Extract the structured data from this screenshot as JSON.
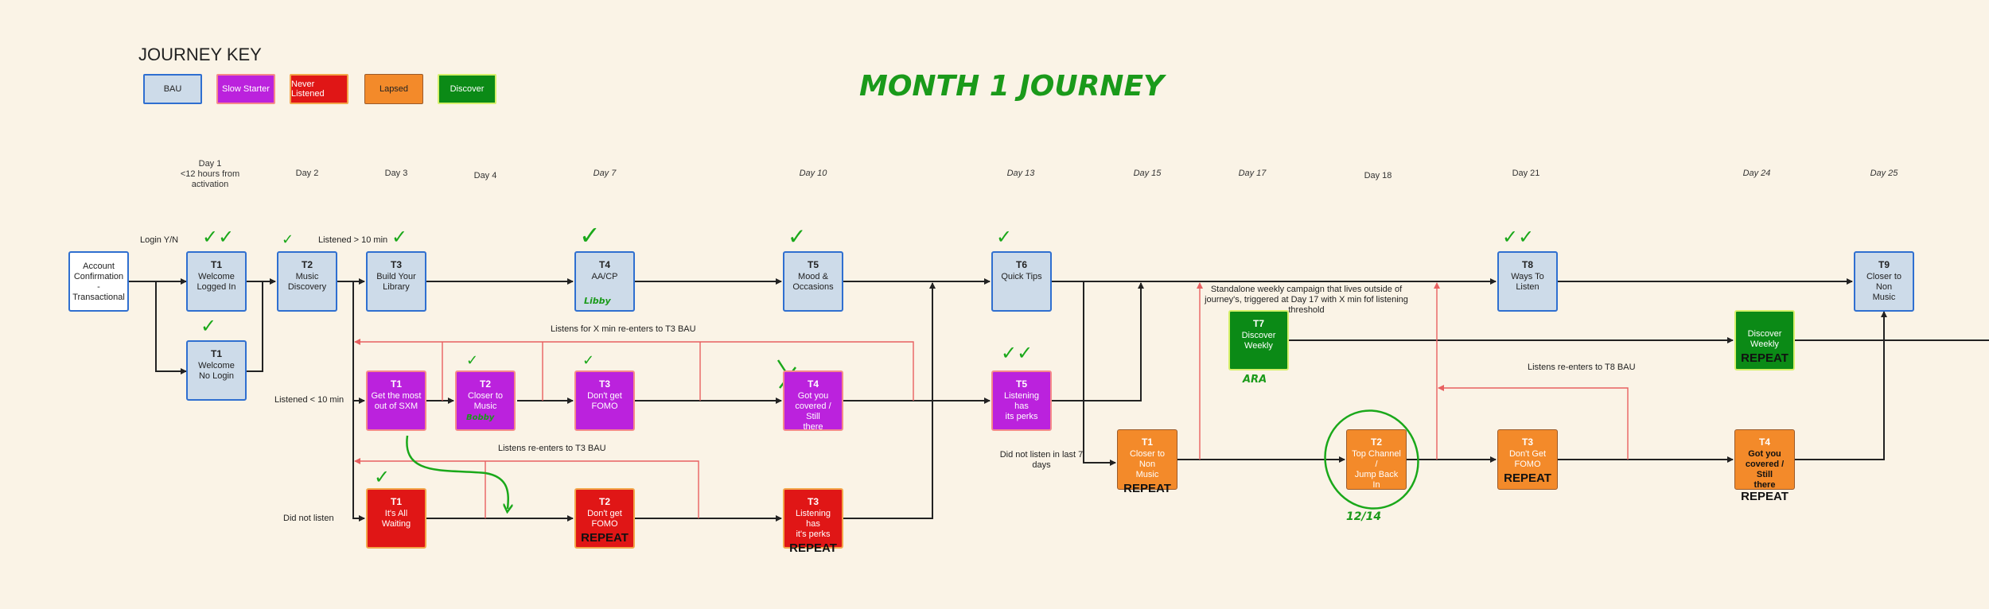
{
  "key": {
    "title": "JOURNEY KEY",
    "items": [
      "BAU",
      "Slow Starter",
      "Never Listened",
      "Lapsed",
      "Discover"
    ]
  },
  "main_title": "MONTH 1 JOURNEY",
  "days": {
    "d1": "Day 1\n<12 hours from\nactivation",
    "d2": "Day 2",
    "d3": "Day 3",
    "d4": "Day 4",
    "d7": "Day 7",
    "d10": "Day 10",
    "d13": "Day 13",
    "d15": "Day 15",
    "d17": "Day 17",
    "d18": "Day 18",
    "d21": "Day 21",
    "d24": "Day 24",
    "d25": "Day 25"
  },
  "labels": {
    "login": "Login Y/N",
    "listened_gt": "Listened > 10 min",
    "listened_lt": "Listened < 10 min",
    "did_not_listen": "Did not listen",
    "reenter_x": "Listens for X min re-enters to T3 BAU",
    "reenter_t3": "Listens re-enters to T3 BAU",
    "reenter_t8": "Listens re-enters to T8 BAU",
    "not_listen_7": "Did not listen in last 7\ndays",
    "standalone": "Standalone weekly campaign that lives outside of\njourney's, triggered at Day 17 with X min fof listening\nthreshold"
  },
  "boxes": {
    "account": "Account\nConfirmation -\nTransactional",
    "b1": {
      "code": "T1",
      "name": "Welcome\nLogged In"
    },
    "b1n": {
      "code": "T1",
      "name": "Welcome\nNo Login"
    },
    "b2": {
      "code": "T2",
      "name": "Music\nDiscovery"
    },
    "b3": {
      "code": "T3",
      "name": "Build Your\nLibrary"
    },
    "b4": {
      "code": "T4",
      "name": "AA/CP"
    },
    "b5": {
      "code": "T5",
      "name": "Mood &\nOccasions"
    },
    "b6": {
      "code": "T6",
      "name": "Quick Tips"
    },
    "b8": {
      "code": "T8",
      "name": "Ways To Listen"
    },
    "b9": {
      "code": "T9",
      "name": "Closer to Non\nMusic"
    },
    "s1": {
      "code": "T1",
      "name": "Get the most\nout of SXM"
    },
    "s2": {
      "code": "T2",
      "name": "Closer to\nMusic"
    },
    "s3": {
      "code": "T3",
      "name": "Don't get\nFOMO"
    },
    "s4": {
      "code": "T4",
      "name": "Got you\ncovered / Still\nthere"
    },
    "s5": {
      "code": "T5",
      "name": "Listening has\nits perks"
    },
    "n1": {
      "code": "T1",
      "name": "It's All Waiting"
    },
    "n2": {
      "code": "T2",
      "name": "Don't get\nFOMO",
      "repeat": "REPEAT"
    },
    "n3": {
      "code": "T3",
      "name": "Listening has\nit's perks",
      "repeat": "REPEAT"
    },
    "l1": {
      "code": "T1",
      "name": "Closer to Non\nMusic",
      "repeat": "REPEAT"
    },
    "l2": {
      "code": "T2",
      "name": "Top Channel /\nJump Back In"
    },
    "l3": {
      "code": "T3",
      "name": "Don't Get\nFOMO",
      "repeat": "REPEAT"
    },
    "l4": {
      "code": "T4",
      "name": "Got you\ncovered / Still\nthere",
      "repeat": "REPEAT"
    },
    "d7b": {
      "code": "T7",
      "name": "Discover\nWeekly"
    },
    "dw": {
      "name": "Discover\nWeekly",
      "repeat": "REPEAT"
    }
  },
  "annotations": {
    "libby": "Libby",
    "ara": "ARA",
    "date": "12/14",
    "s2note": "Bobby"
  }
}
